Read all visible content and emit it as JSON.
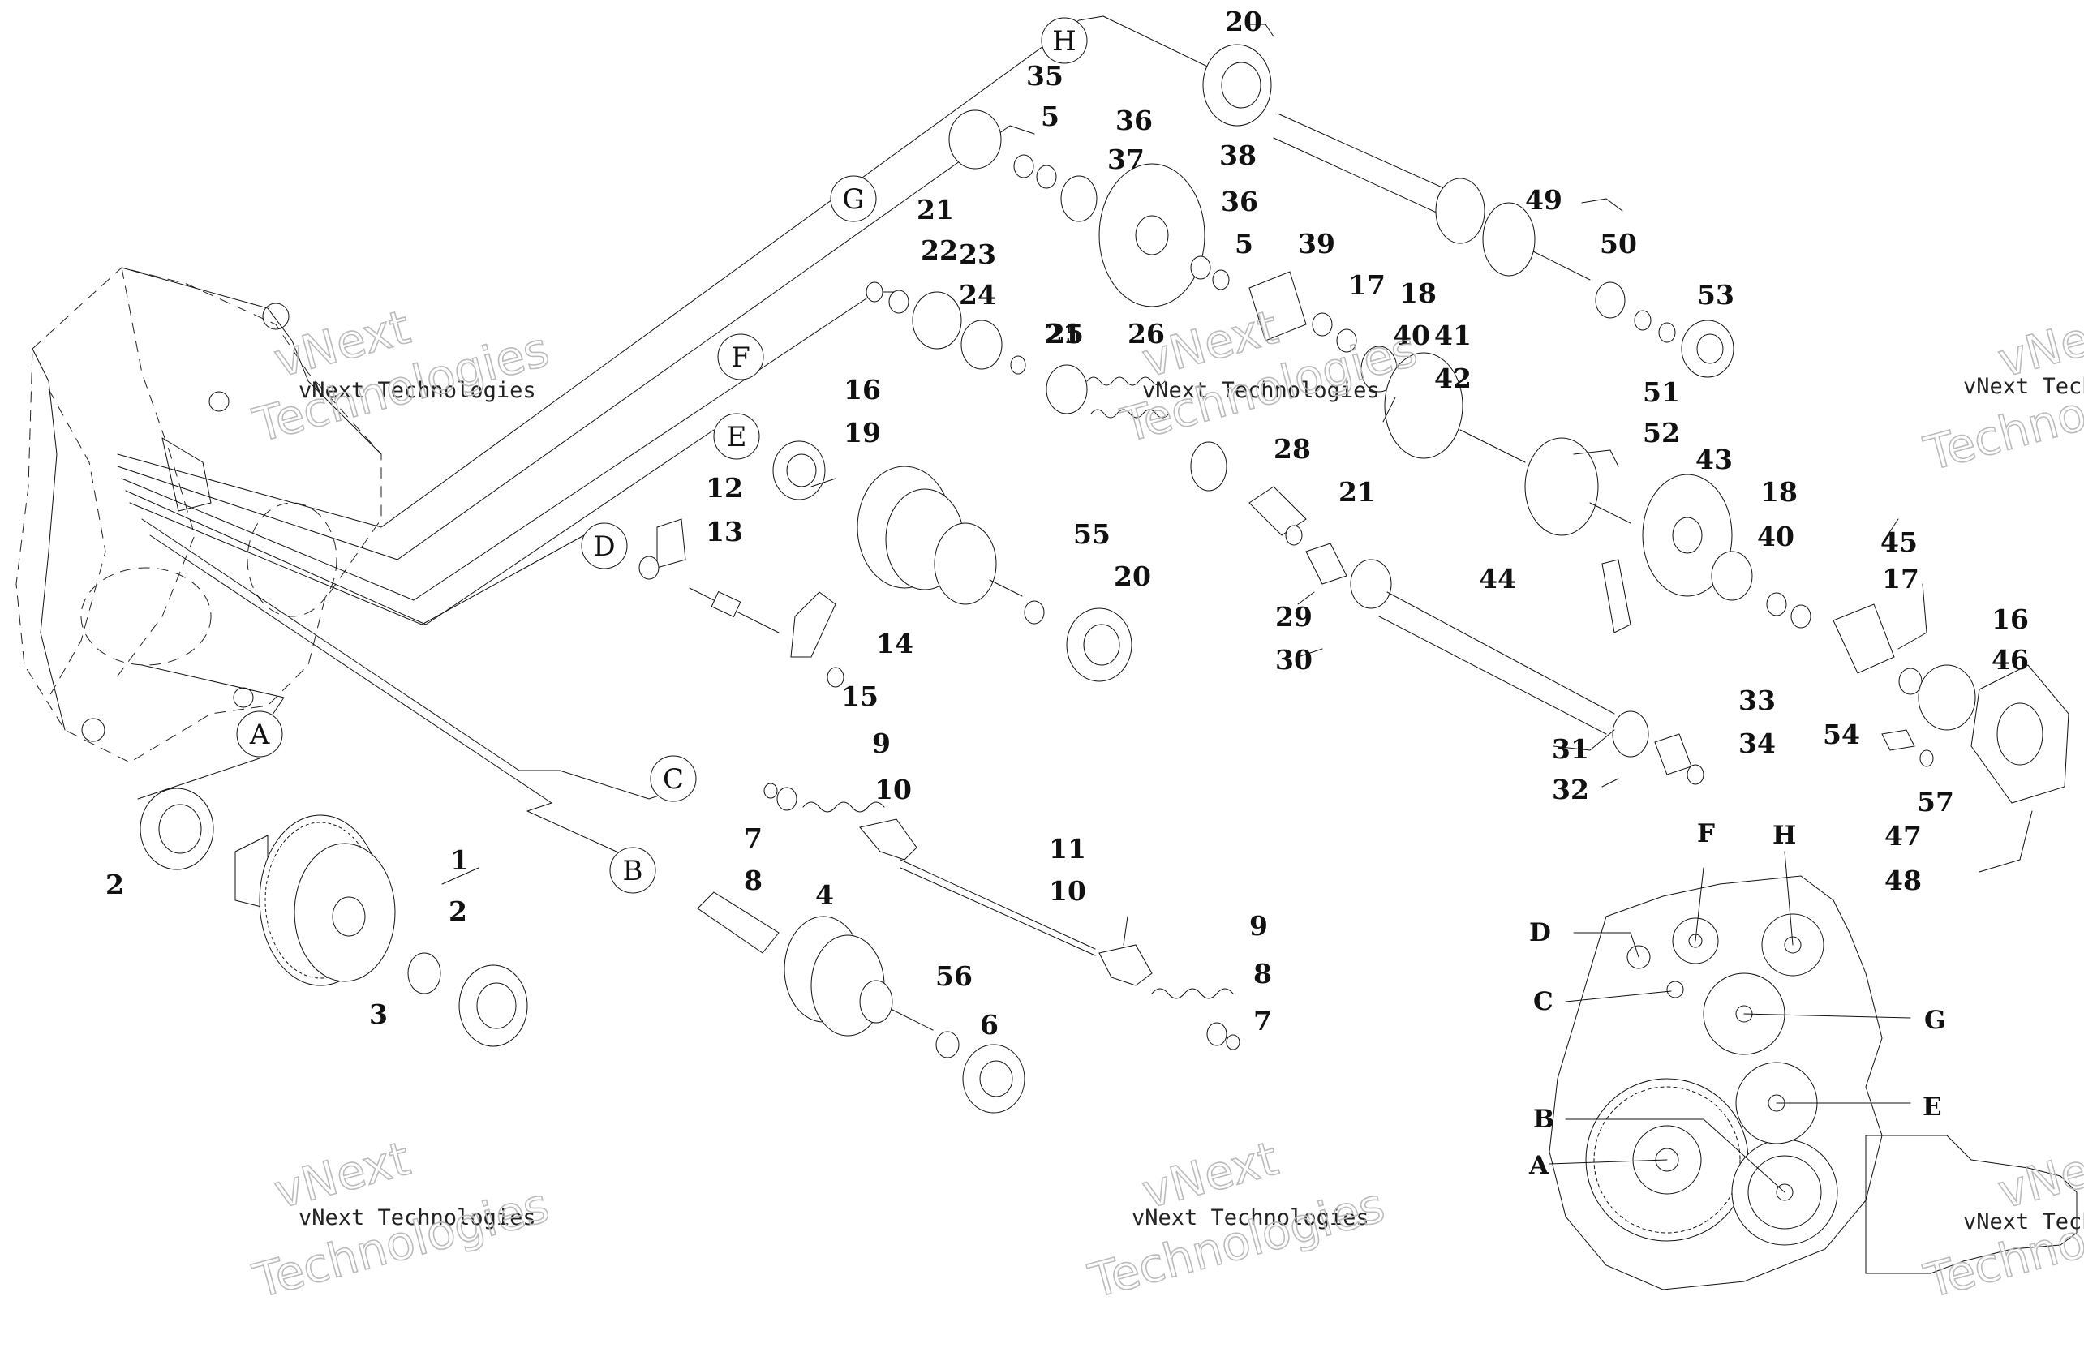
{
  "callouts": [
    "1",
    "2",
    "2",
    "3",
    "4",
    "5",
    "5",
    "6",
    "7",
    "7",
    "8",
    "8",
    "9",
    "9",
    "10",
    "10",
    "11",
    "12",
    "13",
    "14",
    "15",
    "16",
    "16",
    "17",
    "17",
    "18",
    "18",
    "19",
    "20",
    "20",
    "21",
    "21",
    "21",
    "22",
    "23",
    "24",
    "25",
    "26",
    "28",
    "29",
    "30",
    "31",
    "32",
    "33",
    "34",
    "35",
    "36",
    "36",
    "37",
    "38",
    "39",
    "40",
    "40",
    "41",
    "42",
    "43",
    "44",
    "45",
    "46",
    "47",
    "48",
    "49",
    "50",
    "51",
    "52",
    "53",
    "54",
    "55",
    "56",
    "57"
  ],
  "shaft_letters": [
    "A",
    "B",
    "C",
    "D",
    "E",
    "F",
    "G",
    "H"
  ],
  "inset_letters": [
    "A",
    "B",
    "C",
    "D",
    "E",
    "F",
    "G",
    "H"
  ],
  "watermark": {
    "brand": "vNext Technologies",
    "word1": "vNext",
    "word2": "Technologies"
  }
}
